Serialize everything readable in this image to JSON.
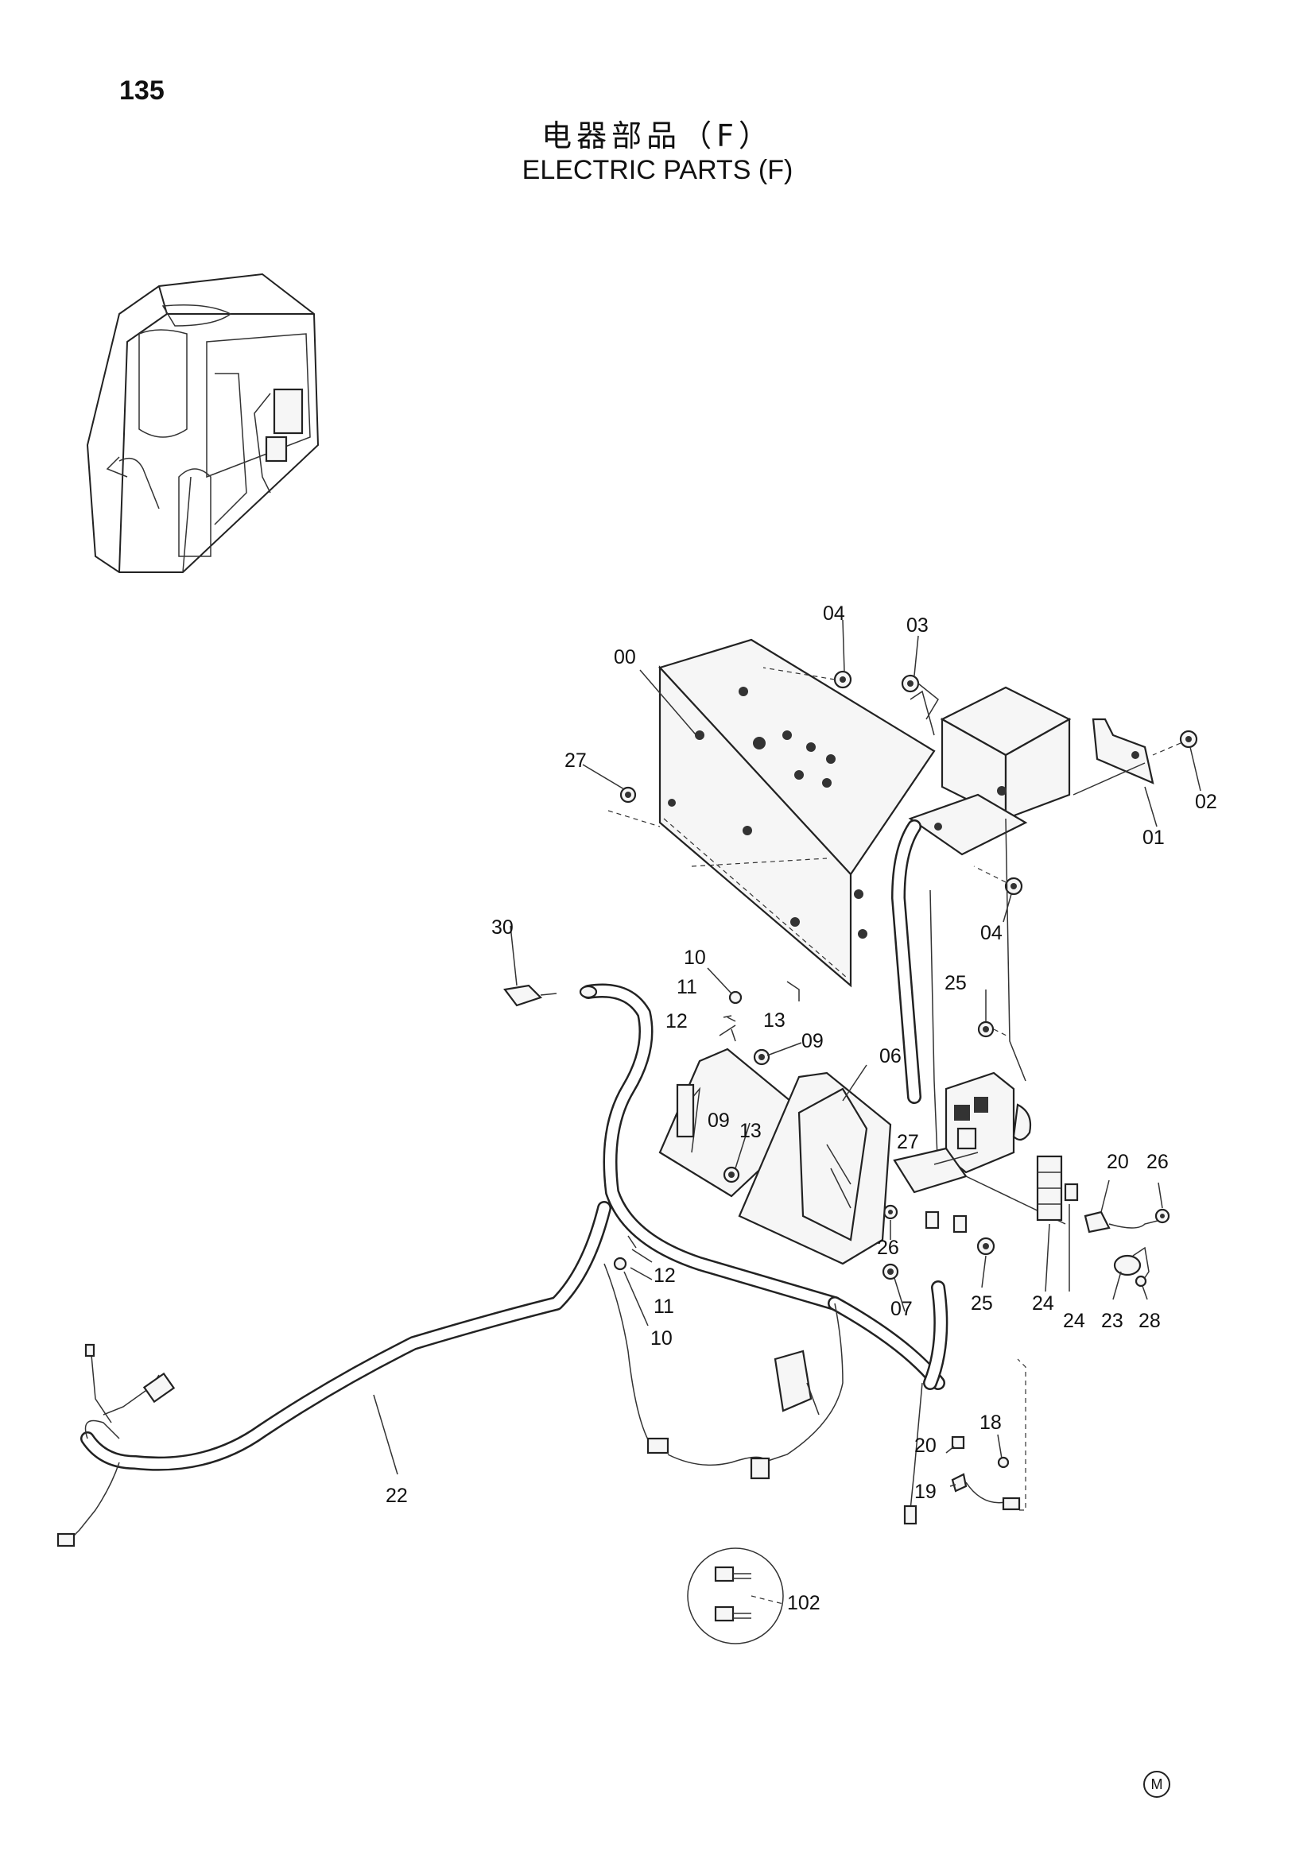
{
  "page": {
    "number": "135",
    "title_cn": "电器部品（F）",
    "title_en": "ELECTRIC PARTS (F)",
    "mark": "M"
  },
  "callouts": {
    "c00": "00",
    "c01": "01",
    "c02": "02",
    "c03": "03",
    "c04a": "04",
    "c04b": "04",
    "c06": "06",
    "c07": "07",
    "c09a": "09",
    "c09b": "09",
    "c10a": "10",
    "c10b": "10",
    "c11a": "11",
    "c11b": "11",
    "c12a": "12",
    "c12b": "12",
    "c13a": "13",
    "c13b": "13",
    "c18": "18",
    "c19": "19",
    "c20a": "20",
    "c20b": "20",
    "c22": "22",
    "c23": "23",
    "c24a": "24",
    "c24b": "24",
    "c25a": "25",
    "c25b": "25",
    "c26a": "26",
    "c26b": "26",
    "c27a": "27",
    "c27b": "27",
    "c28": "28",
    "c30": "30",
    "c102": "102"
  }
}
